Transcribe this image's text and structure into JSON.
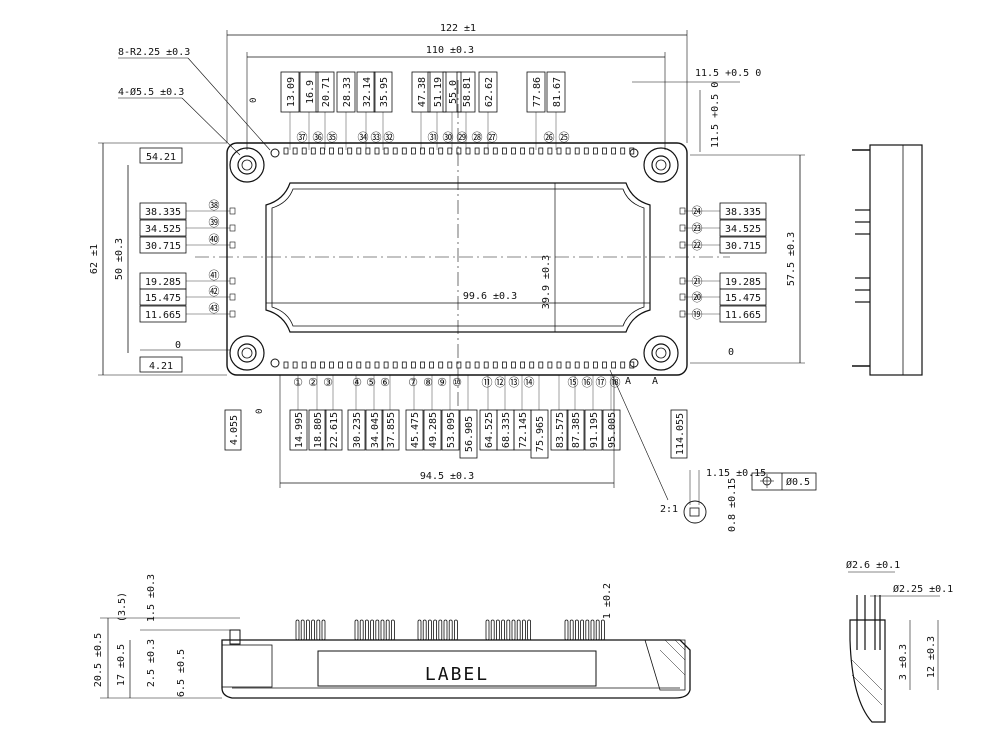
{
  "dims": {
    "overall_width": "122 ±1",
    "hole_spacing": "110 ±0.3",
    "corner_radius": "8-R2.25 ±0.3",
    "mount_holes": "4-Ø5.5 ±0.3",
    "right_offset_a": "11.5 +0.5 0",
    "right_offset_b": "11.5 +0.5 0",
    "height_total": "62 ±1",
    "height_holes": "50 ±0.3",
    "height_right": "57.5 ±0.3",
    "window_width": "99.6 ±0.3",
    "window_height": "39.9 ±0.3",
    "pin_span": "94.5 ±0.3",
    "pin_w": "1.15 ±0.15",
    "pin_t": "0.8 ±0.15",
    "tolerance_pos": "Ø0.5",
    "detail_scale": "2:1",
    "left_4055": "4.055",
    "right_114055": "114.055",
    "left_5421": "54.21",
    "left_421": "4.21",
    "zero_left": "0",
    "zero_right": "0",
    "zero_top": "0",
    "zero_bottom": "0",
    "section_a": "A"
  },
  "top_pin_dims": [
    "13.09",
    "16.9",
    "20.71",
    "28.33",
    "32.14",
    "35.95",
    "47.38",
    "51.19",
    "55.0",
    "58.81",
    "62.62",
    "77.86",
    "81.67"
  ],
  "bottom_pin_dims": [
    "14.995",
    "18.805",
    "22.615",
    "30.235",
    "34.045",
    "37.855",
    "45.475",
    "49.285",
    "53.095",
    "56.905",
    "64.525",
    "68.335",
    "72.145",
    "75.965",
    "83.575",
    "87.385",
    "91.195",
    "95.005"
  ],
  "left_pin_dims": [
    "38.335",
    "34.525",
    "30.715",
    "19.285",
    "15.475",
    "11.665"
  ],
  "right_pin_dims": [
    "38.335",
    "34.525",
    "30.715",
    "19.285",
    "15.475",
    "11.665"
  ],
  "top_pin_numbers": [
    "㊲",
    "㊱",
    "㉟",
    "㉞",
    "㉝",
    "㉜",
    "㉛",
    "㉚",
    "㉙",
    "㉘",
    "㉗",
    "㉖",
    "㉕"
  ],
  "bottom_pin_numbers": [
    "①",
    "②",
    "③",
    "④",
    "⑤",
    "⑥",
    "⑦",
    "⑧",
    "⑨",
    "⑩",
    "⑪",
    "⑫",
    "⑬",
    "⑭",
    "⑮",
    "⑯",
    "⑰",
    "⑱"
  ],
  "left_pin_numbers": [
    "㊳",
    "㊴",
    "㊵",
    "㊶",
    "㊷",
    "㊸"
  ],
  "right_pin_numbers": [
    "㉔",
    "㉓",
    "㉒",
    "㉑",
    "⑳",
    "⑲"
  ],
  "side_view": {
    "label": "LABEL",
    "dim_35": "(3.5)",
    "dim_15": "1.5 ±0.3",
    "dim_1": "1 ±0.2",
    "dim_205": "20.5 ±0.5",
    "dim_17": "17 ±0.5",
    "dim_25": "2.5 ±0.3",
    "dim_65": "6.5 ±0.5"
  },
  "pin_detail": {
    "dim_26": "Ø2.6 ±0.1",
    "dim_225": "Ø2.25 ±0.1",
    "dim_3": "3 ±0.3",
    "dim_12": "12 ±0.3"
  }
}
